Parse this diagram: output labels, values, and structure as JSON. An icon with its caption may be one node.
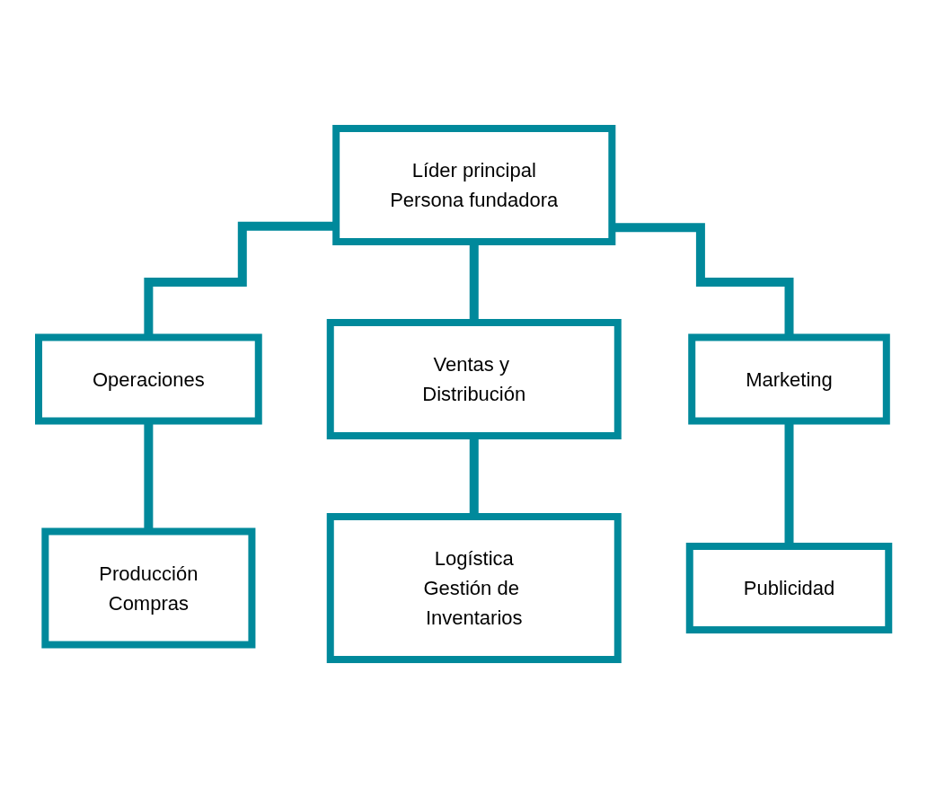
{
  "diagram": {
    "nodes": [
      {
        "text": [
          "Líder principal",
          "Persona fundadora"
        ]
      },
      {
        "text": [
          "Operaciones"
        ]
      },
      {
        "text": [
          "Ventas y Distribución"
        ]
      },
      {
        "text": [
          "Marketing"
        ]
      },
      {
        "text": [
          "Producción",
          "Compras"
        ]
      },
      {
        "text": [
          "Logística",
          "Gestión de Inventarios"
        ]
      },
      {
        "text": [
          "Publicidad"
        ]
      }
    ],
    "edges": [
      {
        "from": 0,
        "to": 1,
        "arrow": "none"
      },
      {
        "from": 0,
        "to": 2,
        "arrow": "none"
      },
      {
        "from": 0,
        "to": 3,
        "arrow": "none"
      },
      {
        "from": 1,
        "to": 4,
        "arrow": "none"
      },
      {
        "from": 2,
        "to": 5,
        "arrow": "none"
      },
      {
        "from": 3,
        "to": 6,
        "arrow": "none"
      }
    ]
  }
}
